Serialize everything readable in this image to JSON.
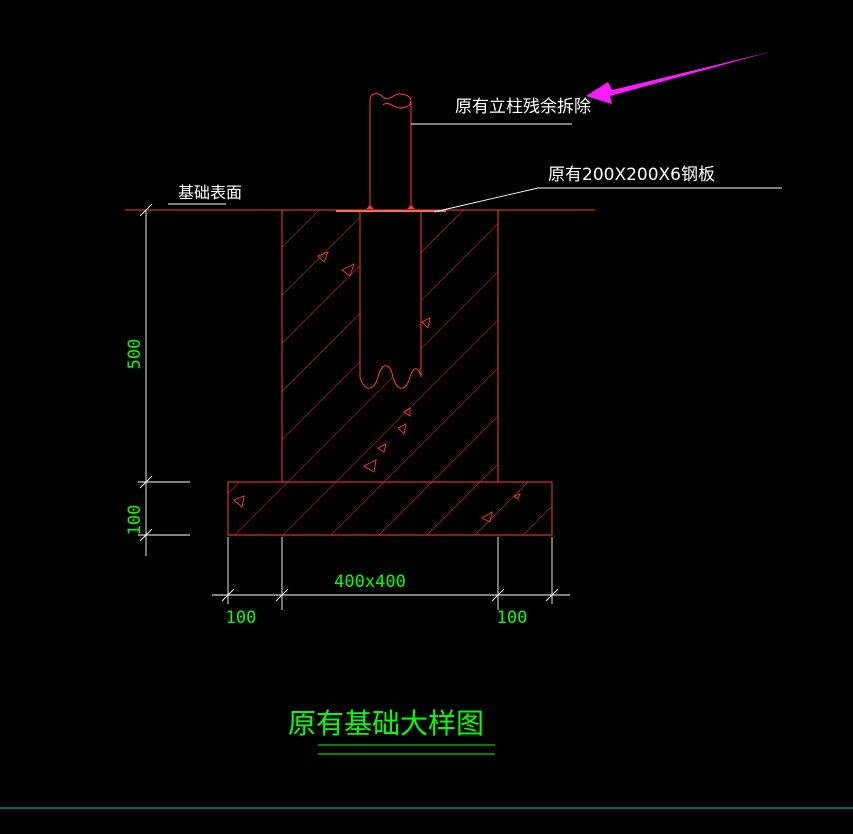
{
  "labels": {
    "column_removal_note": "原有立柱残余拆除",
    "steel_plate_note": "原有200X200X6钢板",
    "foundation_surface": "基础表面",
    "drawing_title": "原有基础大样图"
  },
  "dimensions": {
    "pier_height": "500",
    "footing_thickness": "100",
    "pier_section": "400x400",
    "left_projection": "100",
    "right_projection": "100"
  },
  "colors": {
    "background": "#000000",
    "structure": "#ff3b30",
    "dimension_text": "#00ff00",
    "leader": "#ffffff",
    "arrow": "#ff1aff",
    "border_line": "#00c8c8"
  }
}
